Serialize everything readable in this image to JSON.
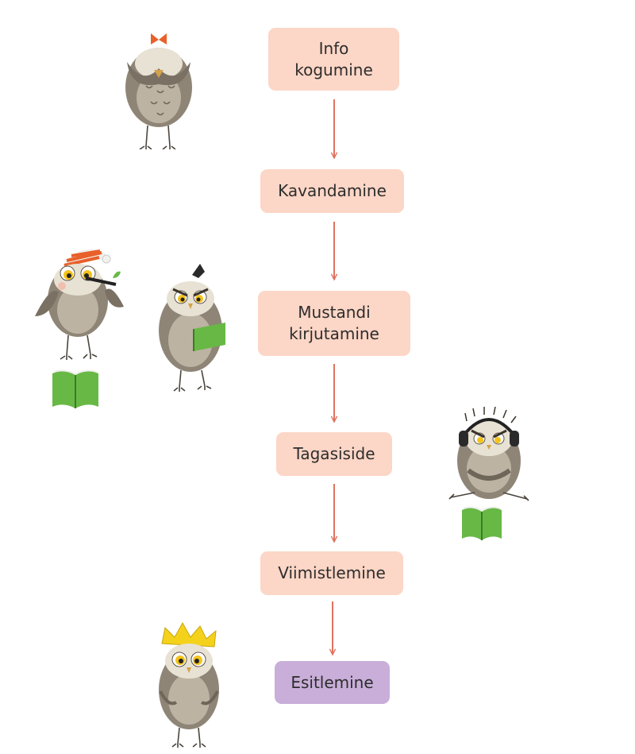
{
  "flow": {
    "steps": [
      {
        "label": "Info\nkogumine"
      },
      {
        "label": "Kavandamine"
      },
      {
        "label": "Mustandi\nkirjutamine"
      },
      {
        "label": "Tagasiside"
      },
      {
        "label": "Viimistlemine"
      },
      {
        "label": "Esitlemine"
      }
    ]
  },
  "colors": {
    "step_fill": "#fcd6c6",
    "final_fill": "#c8aed9",
    "arrow": "#e0735f",
    "text": "#2d2d2d"
  },
  "illustrations": [
    {
      "icon": "owl-covering-eyes-with-bow-icon"
    },
    {
      "icon": "owl-with-nightcap-and-pencil-icon"
    },
    {
      "icon": "owl-reading-book-icon"
    },
    {
      "icon": "green-book-icon"
    },
    {
      "icon": "owl-with-headphones-icon"
    },
    {
      "icon": "green-book-icon"
    },
    {
      "icon": "owl-with-crown-icon"
    }
  ]
}
